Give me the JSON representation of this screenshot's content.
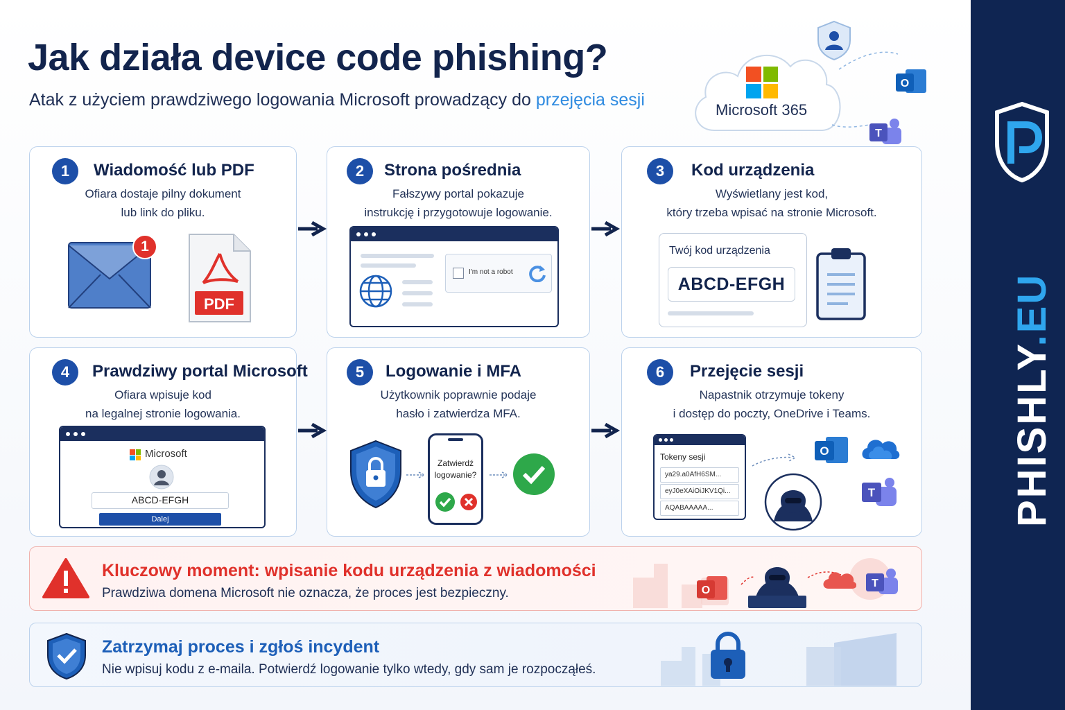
{
  "title": "Jak działa device code phishing?",
  "subtitle": {
    "prefix": "Atak z użyciem prawdziwego logowania Microsoft prowadzący do ",
    "highlight": "przejęcia sesji"
  },
  "cloud": {
    "label": "Microsoft 365"
  },
  "steps": [
    {
      "num": "1",
      "title": "Wiadomość lub PDF",
      "text_line1": "Ofiara dostaje pilny dokument",
      "text_line2": "lub link do pliku.",
      "badge": "1",
      "pdf_label": "PDF"
    },
    {
      "num": "2",
      "title": "Strona pośrednia",
      "text_line1": "Fałszywy portal pokazuje",
      "text_line2": "instrukcję i przygotowuje logowanie.",
      "captcha_label": "I'm not a robot"
    },
    {
      "num": "3",
      "title": "Kod urządzenia",
      "text_line1": "Wyświetlany jest kod,",
      "text_line2": "który trzeba wpisać na stronie Microsoft.",
      "code_label": "Twój kod urządzenia",
      "code": "ABCD-EFGH"
    },
    {
      "num": "4",
      "title": "Prawdziwy portal Microsoft",
      "text_line1": "Ofiara wpisuje kod",
      "text_line2": "na legalnej stronie logowania.",
      "brand": "Microsoft",
      "code": "ABCD-EFGH",
      "button": "Dalej"
    },
    {
      "num": "5",
      "title": "Logowanie i MFA",
      "text_line1": "Użytkownik poprawnie podaje",
      "text_line2": "hasło i zatwierdza MFA.",
      "phone_line1": "Zatwierdź",
      "phone_line2": "logowanie?"
    },
    {
      "num": "6",
      "title": "Przejęcie sesji",
      "text_line1": "Napastnik otrzymuje tokeny",
      "text_line2": "i dostęp do poczty, OneDrive i Teams.",
      "tokens_title": "Tokeny sesji",
      "tokens": [
        "ya29.a0AfH6SM...",
        "eyJ0eXAiOiJKV1Qi...",
        "AQABAAAAA..."
      ]
    }
  ],
  "warning": {
    "title": "Kluczowy moment: wpisanie kodu urządzenia z wiadomości",
    "text": "Prawdziwa domena Microsoft nie oznacza, że proces jest bezpieczny."
  },
  "advice": {
    "title": "Zatrzymaj proces i zgłoś incydent",
    "text": "Nie wpisuj kodu z e-maila. Potwierdź logowanie tylko wtedy, gdy sam je rozpocząłeś."
  },
  "brand": {
    "name": "PHISHLY",
    "dot": ".",
    "tld": "EU"
  },
  "colors": {
    "navy": "#12244d",
    "accent_blue": "#2f8be0",
    "step_blue": "#1d4fa8",
    "alert_red": "#e0312b",
    "success_green": "#2ea84a"
  }
}
